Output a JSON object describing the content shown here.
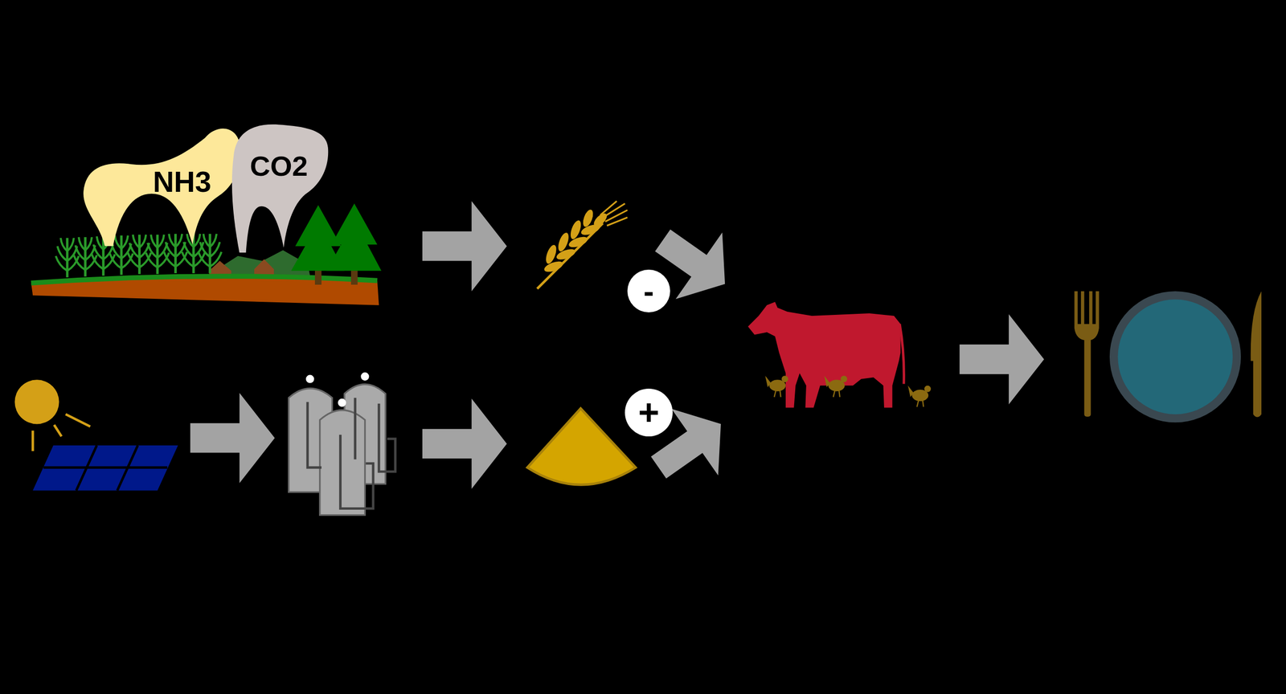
{
  "diagram": {
    "nodes": [
      {
        "text": [
          "NH3"
        ]
      },
      {
        "text": [
          "CO2"
        ]
      },
      {
        "text": [
          "-"
        ]
      },
      {
        "text": [
          "+"
        ]
      }
    ]
  }
}
